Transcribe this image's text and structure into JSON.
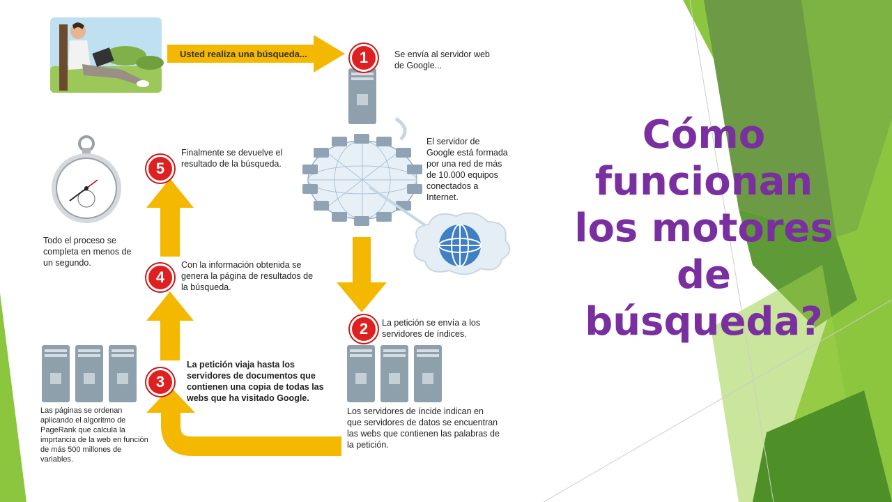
{
  "title": "Cómo funcionan los motores de búsqueda?",
  "arrow_label": "Usted realiza una búsqueda...",
  "steps": [
    {
      "number": "1",
      "text": "Se envía al servidor web de Google..."
    },
    {
      "number": "2",
      "text": "La petición se envía a los servidores de índices."
    },
    {
      "number": "3",
      "text": "La petición viaja hasta los servidores de documentos que contienen una copia de todas las webs que ha visitado Google."
    },
    {
      "number": "4",
      "text": "Con la información obtenida se genera la página de resultados de la búsqueda."
    },
    {
      "number": "5",
      "text": "Finalmente se devuelve el resultado de la búsqueda."
    }
  ],
  "notes": {
    "google_server": "El servidor de Google está formada por una red de más de 10.000 equipos conectados a Internet.",
    "total_time": "Todo el proceso se completa en menos de un segundo.",
    "index_servers": "Los servidores de íncide indican en que servidores de datos se encuentran las webs que contienen las palabras de la petición.",
    "pagerank": "Las páginas se ordenan aplicando el algoritmo de PageRank que calcula la imprtancia de la web en función de más 500 millones de variables."
  },
  "colors": {
    "title": "#7a2fa0",
    "arrow": "#f5b800",
    "badge": "#e02020",
    "green_dark": "#4f8f28",
    "green_light": "#8cc63f",
    "server": "#8fa0ad"
  },
  "icons": [
    "person-laptop-illustration",
    "server-icon",
    "server-network-icon",
    "globe-icon",
    "stopwatch-icon"
  ]
}
